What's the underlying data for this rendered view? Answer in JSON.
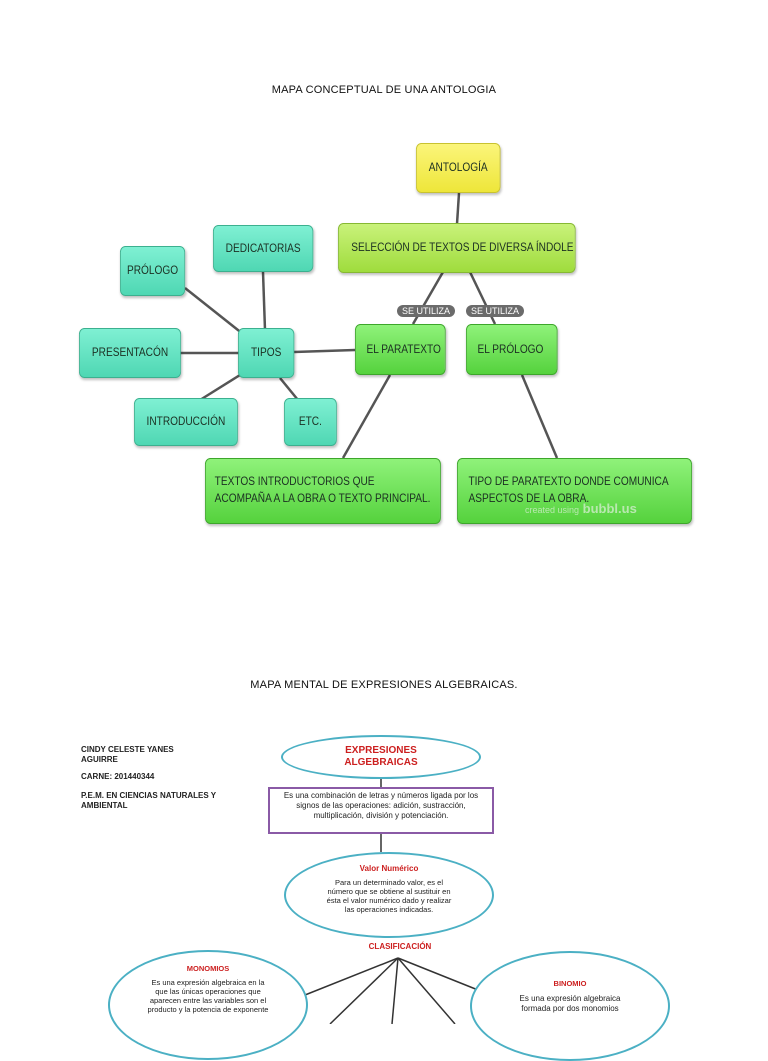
{
  "map1": {
    "title": "MAPA CONCEPTUAL DE UNA ANTOLOGIA",
    "nodes": {
      "antologia": "ANTOLOGÍA",
      "seleccion": "SELECCIÓN DE TEXTOS DE DIVERSA ÍNDOLE",
      "dedicatorias": "DEDICATORIAS",
      "prologo_left": "PRÓLOGO",
      "presentacion": "PRESENTACÓN",
      "tipos": "TIPOS",
      "introduccion": "INTRODUCCIÓN",
      "etc": "ETC.",
      "paratexto": "EL PARATEXTO",
      "prologo_right": "EL PRÓLOGO",
      "textos_intro": "TEXTOS INTRODUCTORIOS QUE ACOMPAÑA A LA OBRA O TEXTO PRINCIPAL.",
      "tipo_paratexto": "TIPO DE PARATEXTO DONDE COMUNICA ASPECTOS DE LA OBRA."
    },
    "connector_labels": [
      "SE UTILIZA",
      "SE UTILIZA"
    ],
    "watermark": {
      "prefix": "created using",
      "brand": "bubbl.us"
    }
  },
  "map2": {
    "title": "MAPA MENTAL DE EXPRESIONES ALGEBRAICAS.",
    "author": {
      "name": "CINDY CELESTE YANES AGUIRRE",
      "carne": "CARNE: 201440344",
      "program": "P.E.M. EN CIENCIAS NATURALES Y AMBIENTAL"
    },
    "center_title": "EXPRESIONES ALGEBRAICAS",
    "definition": "Es una combinación de letras y números ligada por los signos de las operaciones: adición, sustracción, multiplicación, división y potenciación.",
    "valor_numerico": {
      "title": "Valor Numérico",
      "text": "Para un determinado valor, es el número que se obtiene al sustituir en ésta el valor numérico dado y realizar las operaciones indicadas."
    },
    "clasificacion": "CLASIFICACIÓN",
    "monomios": {
      "title": "MONOMIOS",
      "text": "Es una expresión algebraica en la que las únicas operaciones que aparecen entre las variables son el producto y la potencia de exponente"
    },
    "binomio": {
      "title": "BINOMIO",
      "text": "Es una expresión algebraica formada por dos monomios"
    }
  }
}
